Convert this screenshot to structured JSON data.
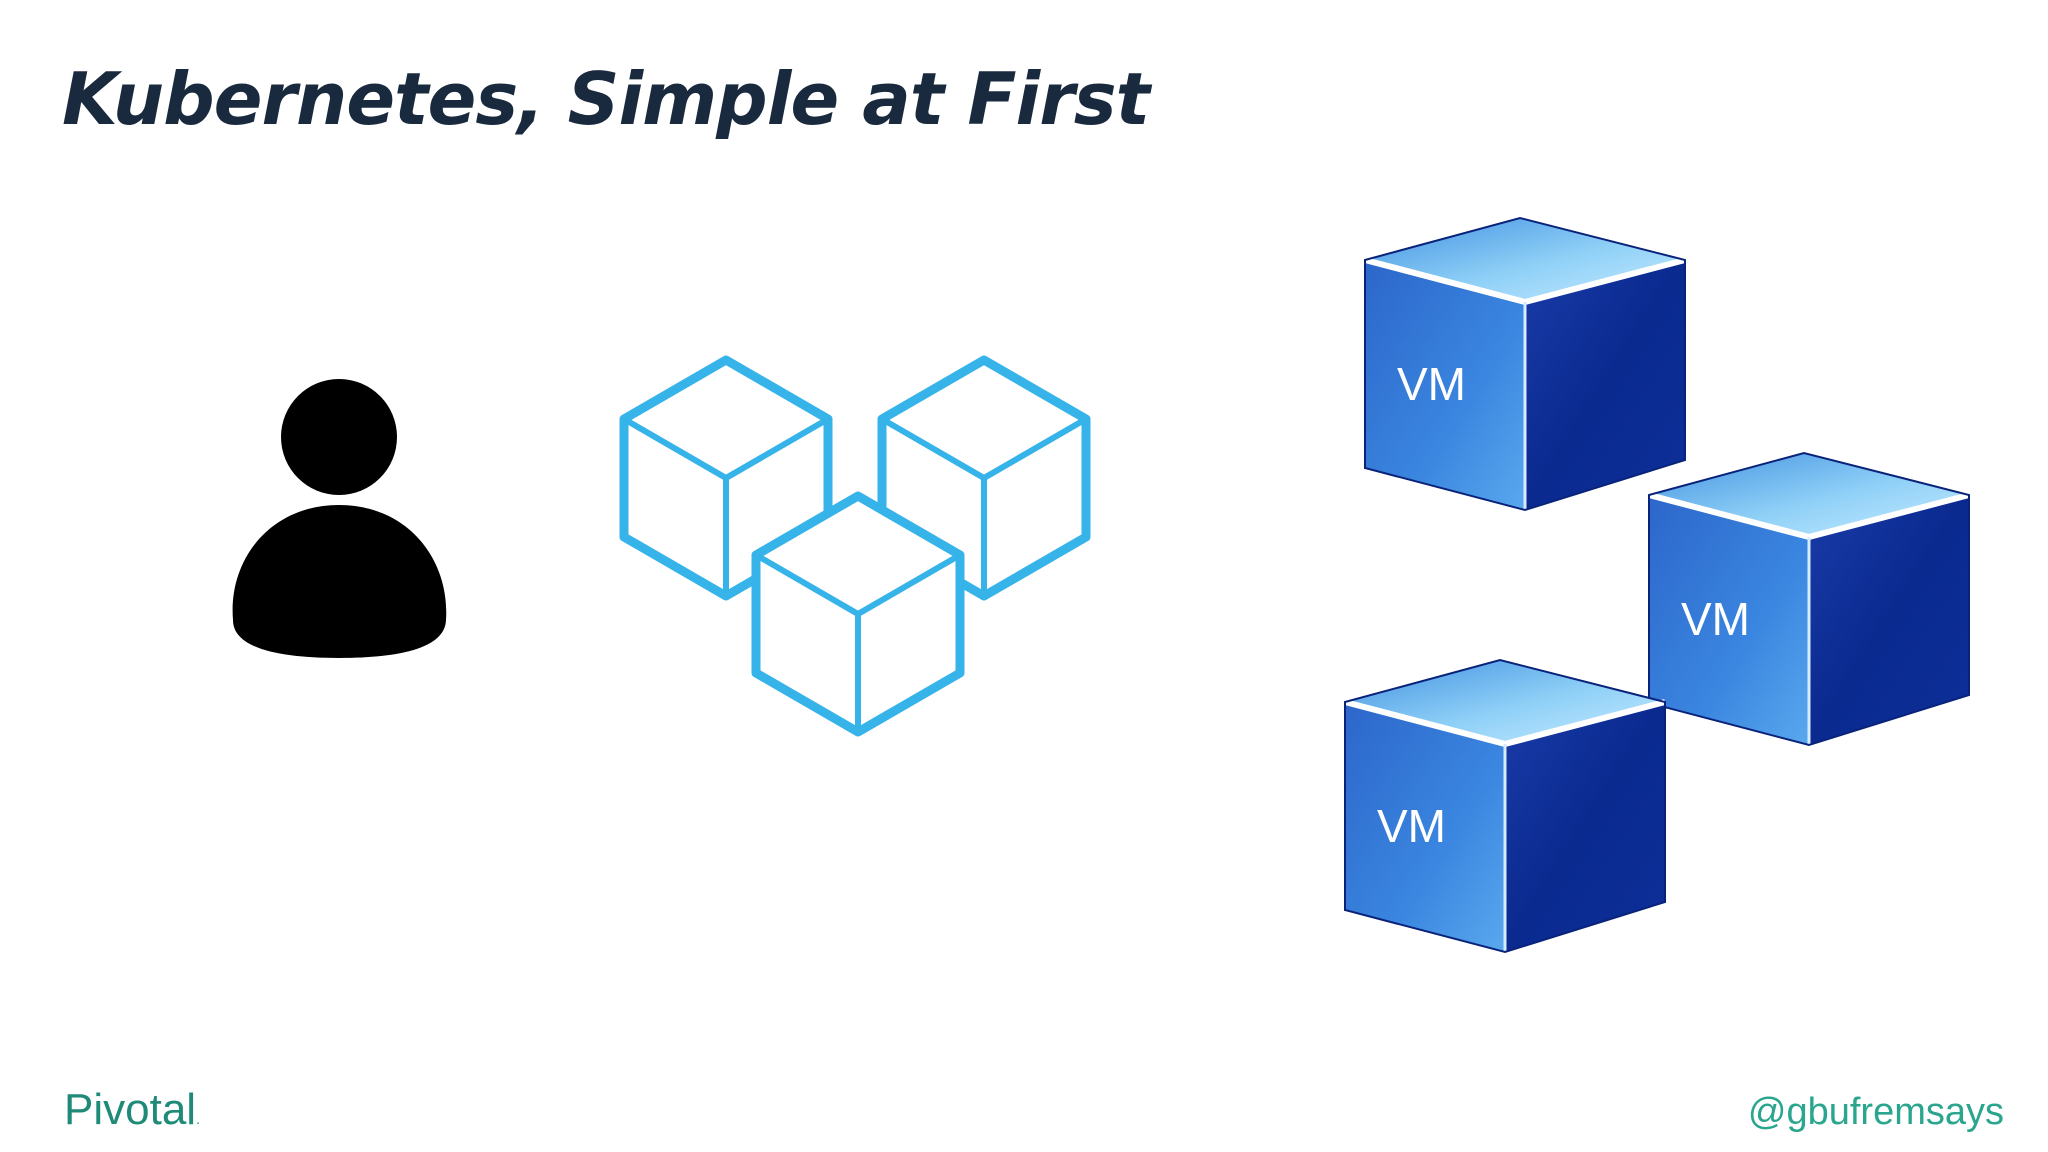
{
  "slide": {
    "title": "Kubernetes, Simple at First",
    "brand": "Pivotal",
    "brand_mark": ".",
    "handle": "@gbufremsays"
  },
  "vms": [
    {
      "label": "VM"
    },
    {
      "label": "VM"
    },
    {
      "label": "VM"
    }
  ],
  "colors": {
    "title": "#1a2a3e",
    "brand": "#1f8a78",
    "handle": "#2aa58e",
    "container_outline": "#36b3e8",
    "vm_front": "#1f4fb8",
    "vm_side": "#0c2a8c",
    "vm_top": "#7cc6f5",
    "user_icon": "#000000"
  },
  "icons": [
    "user-icon",
    "containers-icon",
    "vm-cube-icon"
  ]
}
